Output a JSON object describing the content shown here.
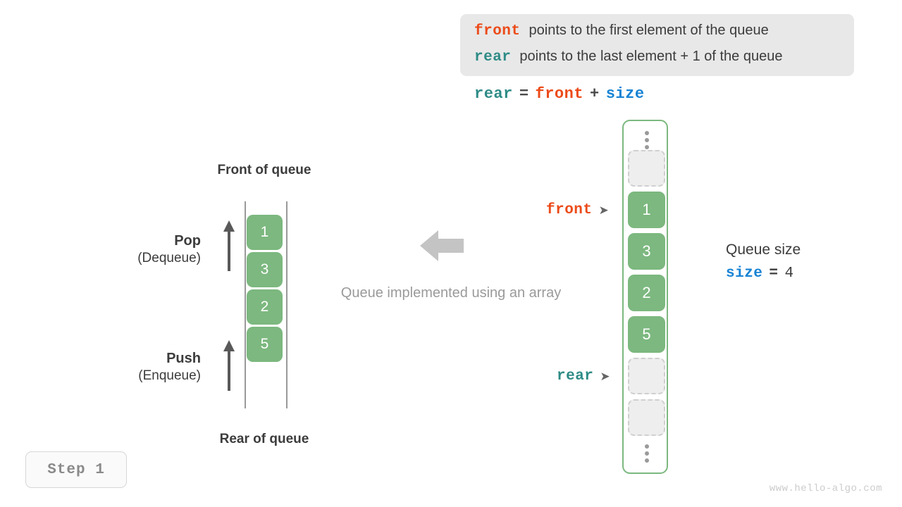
{
  "legend": {
    "front_keyword": "front",
    "front_text": "points to the first element of the queue",
    "rear_keyword": "rear",
    "rear_text": "points to the last element + 1 of the queue"
  },
  "formula": {
    "lhs": "rear",
    "equals": "=",
    "rhs1": "front",
    "plus": "+",
    "rhs2": "size"
  },
  "array": {
    "top_dots_icon": "vertical-ellipsis-icon",
    "bottom_dots_icon": "vertical-ellipsis-icon",
    "cells": [
      {
        "value": "",
        "state": "empty"
      },
      {
        "value": "1",
        "state": "filled"
      },
      {
        "value": "3",
        "state": "filled"
      },
      {
        "value": "2",
        "state": "filled"
      },
      {
        "value": "5",
        "state": "filled"
      },
      {
        "value": "",
        "state": "empty"
      },
      {
        "value": "",
        "state": "empty"
      }
    ]
  },
  "pointers": {
    "front_label": "front",
    "front_arrow_icon": "arrow-right-icon",
    "rear_label": "rear",
    "rear_arrow_icon": "arrow-right-icon"
  },
  "queue_size": {
    "label": "Queue size",
    "keyword": "size",
    "equals": "=",
    "value": "4"
  },
  "middle": {
    "arrow_icon": "arrow-left-icon",
    "caption": "Queue implemented using an array"
  },
  "queue_diagram": {
    "front_label": "Front of queue",
    "rear_label": "Rear of queue",
    "cells": [
      "1",
      "3",
      "2",
      "5"
    ],
    "pop": {
      "title": "Pop",
      "subtitle": "(Dequeue)",
      "arrow_icon": "arrow-up-icon"
    },
    "push": {
      "title": "Push",
      "subtitle": "(Enqueue)",
      "arrow_icon": "arrow-up-icon"
    }
  },
  "step_badge": "Step 1",
  "watermark": "www.hello-algo.com",
  "colors": {
    "front": "#ec4a18",
    "rear": "#2e8b86",
    "size": "#1783d4",
    "cell_fill": "#7cb87f",
    "empty_cell": "#eeeeee",
    "muted": "#9a9a9a"
  }
}
